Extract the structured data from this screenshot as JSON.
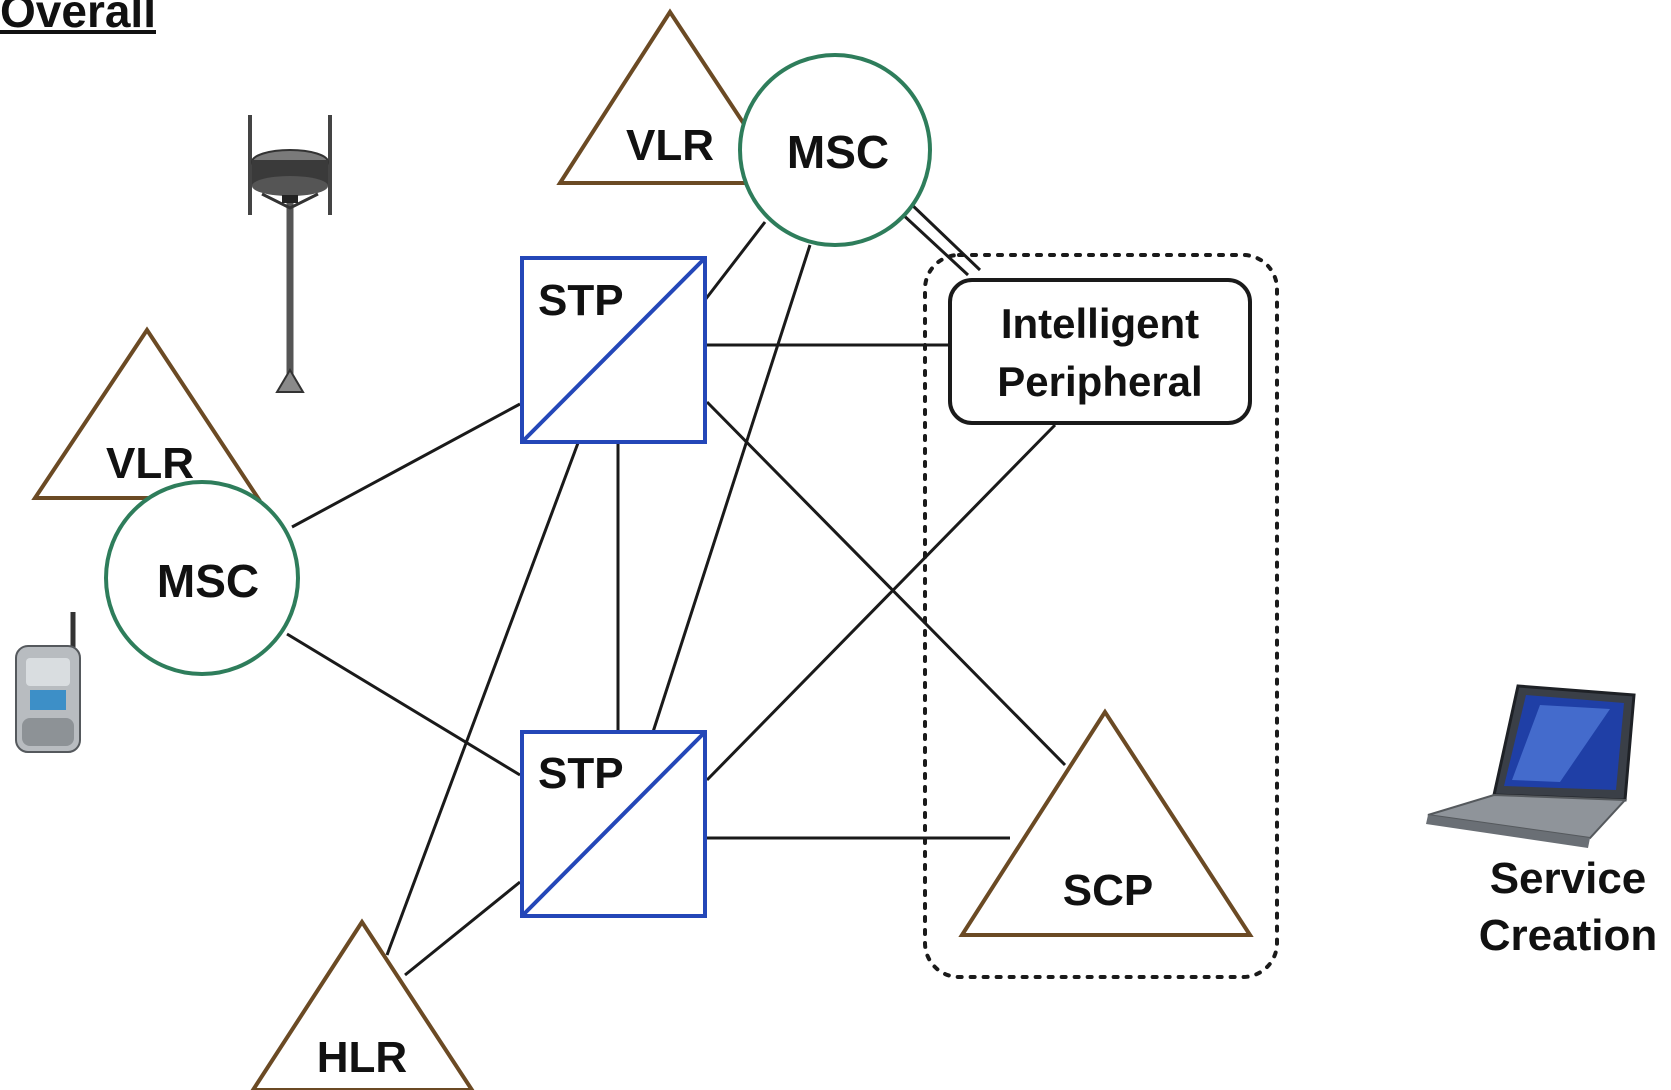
{
  "heading": "Overall",
  "nodes": {
    "msc_top": "MSC",
    "vlr_top": "VLR",
    "msc_left": "MSC",
    "vlr_left": "VLR",
    "stp_upper": "STP",
    "stp_lower": "STP",
    "hlr": "HLR",
    "scp": "SCP",
    "ip_line1": "Intelligent",
    "ip_line2": "Peripheral",
    "sc_line1": "Service",
    "sc_line2": "Creation"
  },
  "icons": [
    "cell-tower-icon",
    "mobile-phone-icon",
    "laptop-icon"
  ],
  "colors": {
    "msc_stroke": "#2e7d5b",
    "stp_stroke": "#2447b8",
    "triangle_stroke": "#6b4a24",
    "line": "#1a1a1a"
  }
}
